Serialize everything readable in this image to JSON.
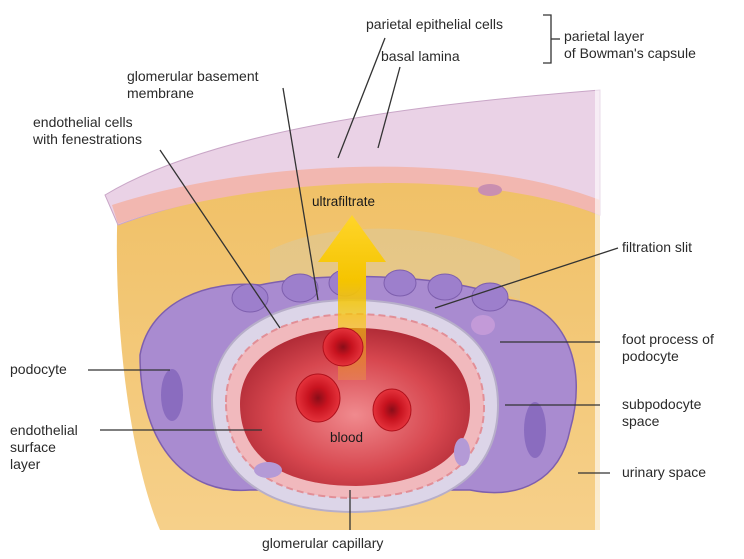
{
  "labels": {
    "parietal_epithelial_cells": "parietal epithelial cells",
    "basal_lamina": "basal lamina",
    "parietal_layer": "parietal layer\nof Bowman's capsule",
    "glomerular_basement_membrane": "glomerular basement\nmembrane",
    "endothelial_cells": "endothelial cells\nwith fenestrations",
    "ultrafiltrate": "ultrafiltrate",
    "filtration_slit": "filtration slit",
    "foot_process": "foot process of\npodocyte",
    "podocyte": "podocyte",
    "subpodocyte_space": "subpodocyte\nspace",
    "endothelial_surface_layer": "endothelial\nsurface\nlayer",
    "blood": "blood",
    "urinary_space": "urinary space",
    "glomerular_capillary": "glomerular capillary"
  },
  "colors": {
    "capsule": "#e8c8e0",
    "urinary_space": "#f2c46a",
    "podocyte": "#a98bd0",
    "basement_membrane": "#d9d3e6",
    "blood": "#c0303a",
    "ultrafiltrate_arrow": "#f5c400",
    "leader_line": "#333333"
  }
}
